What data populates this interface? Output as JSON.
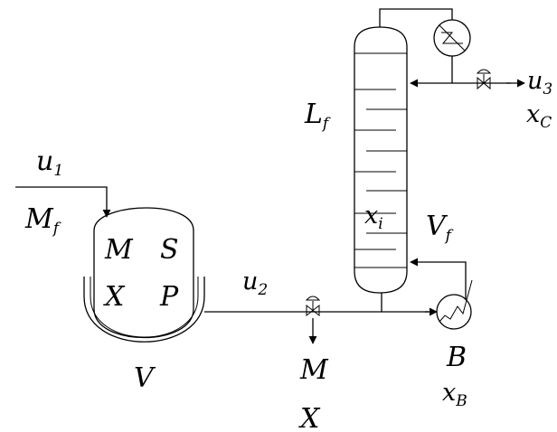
{
  "labels": {
    "u1": {
      "main": "u",
      "sub": "1"
    },
    "mf": {
      "main": "M",
      "sub": "f"
    },
    "reactor_m": "M",
    "reactor_s": "S",
    "reactor_x": "X",
    "reactor_p": "P",
    "v": "V",
    "u2": {
      "main": "u",
      "sub": "2"
    },
    "m_out": "M",
    "x_out": "X",
    "lf": {
      "main": "L",
      "sub": "f"
    },
    "xi": {
      "main": "x",
      "sub": "i"
    },
    "vf": {
      "main": "V",
      "sub": "f"
    },
    "u3": {
      "main": "u",
      "sub": "3"
    },
    "xc": {
      "main": "x",
      "sub": "C"
    },
    "b": "B",
    "xb": {
      "main": "x",
      "sub": "B"
    }
  },
  "colors": {
    "line": "#000000",
    "background": "#ffffff"
  },
  "icons": {
    "condenser": "condenser-icon",
    "reboiler": "reboiler-icon",
    "valve": "valve-icon"
  }
}
